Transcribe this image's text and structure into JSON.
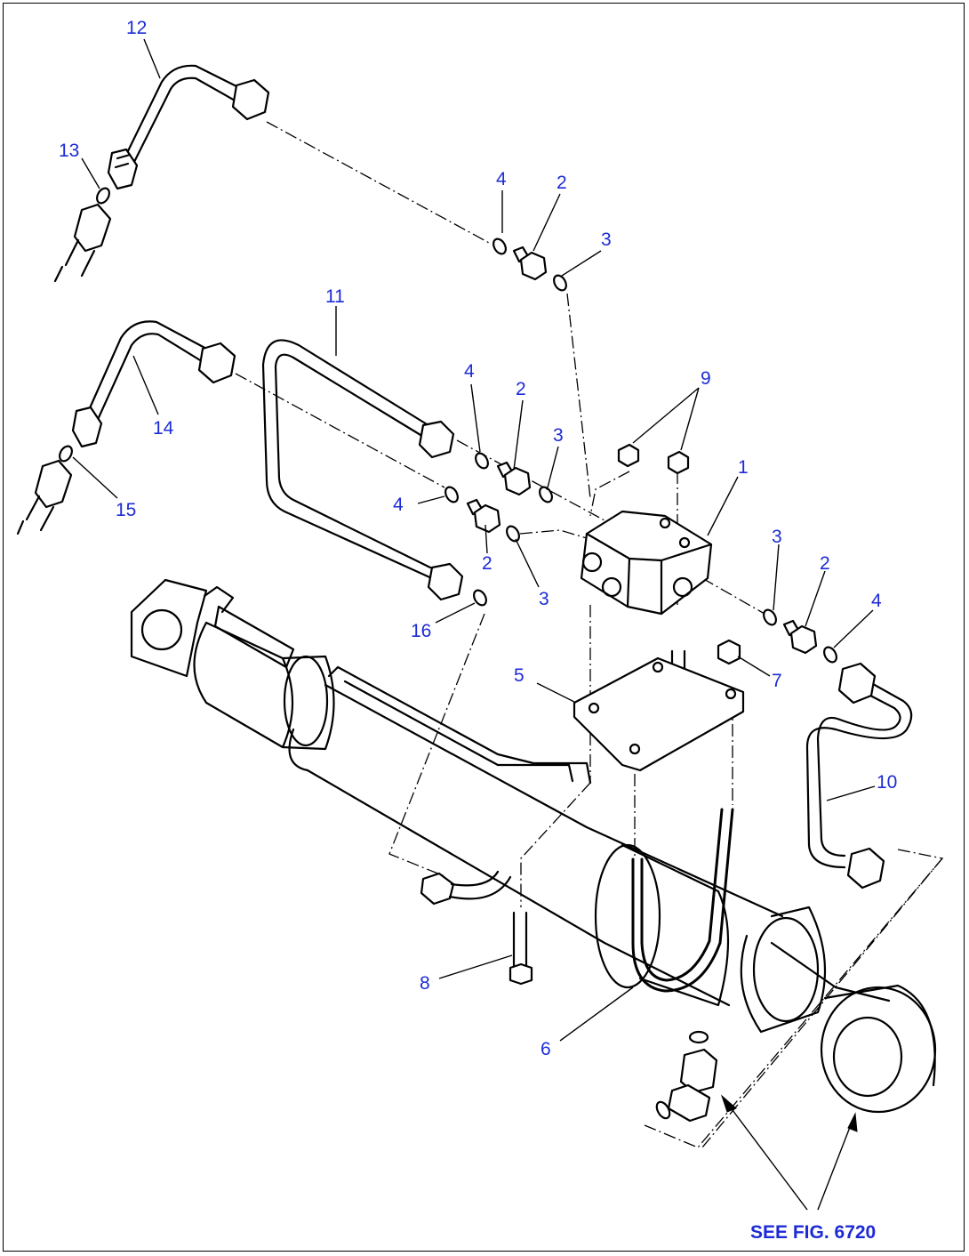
{
  "callouts": [
    {
      "id": "c12",
      "text": "12"
    },
    {
      "id": "c13",
      "text": "13"
    },
    {
      "id": "c4a",
      "text": "4"
    },
    {
      "id": "c2a",
      "text": "2"
    },
    {
      "id": "c3a",
      "text": "3"
    },
    {
      "id": "c11",
      "text": "11"
    },
    {
      "id": "c4b",
      "text": "4"
    },
    {
      "id": "c2b",
      "text": "2"
    },
    {
      "id": "c3b",
      "text": "3"
    },
    {
      "id": "c9",
      "text": "9"
    },
    {
      "id": "c14",
      "text": "14"
    },
    {
      "id": "c1",
      "text": "1"
    },
    {
      "id": "c15",
      "text": "15"
    },
    {
      "id": "c4c",
      "text": "4"
    },
    {
      "id": "c2c",
      "text": "2"
    },
    {
      "id": "c3c",
      "text": "3"
    },
    {
      "id": "c3d",
      "text": "3"
    },
    {
      "id": "c2d",
      "text": "2"
    },
    {
      "id": "c4d",
      "text": "4"
    },
    {
      "id": "c16",
      "text": "16"
    },
    {
      "id": "c5",
      "text": "5"
    },
    {
      "id": "c7",
      "text": "7"
    },
    {
      "id": "c10",
      "text": "10"
    },
    {
      "id": "c8",
      "text": "8"
    },
    {
      "id": "c6",
      "text": "6"
    }
  ],
  "reference_note": "SEE FIG. 6720",
  "colors": {
    "callout": "#1d2bd6",
    "line": "#000000",
    "background": "#ffffff"
  }
}
